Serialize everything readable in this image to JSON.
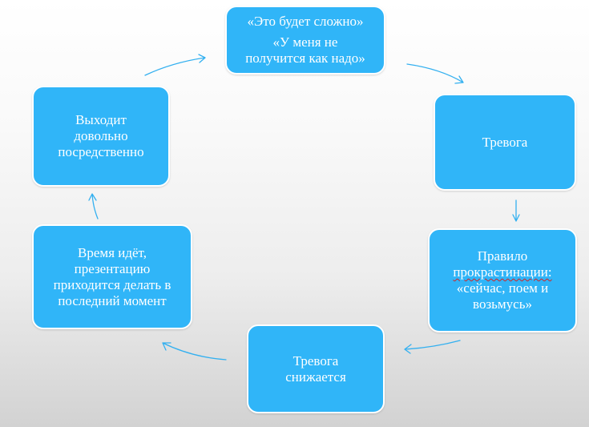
{
  "colors": {
    "node_fill": "#30b5f8",
    "node_border": "#ffffff",
    "node_text": "#ffffff",
    "arrow": "#33b0f0",
    "spellcheck_underline": "#d02424"
  },
  "nodes": {
    "thought": {
      "line1": "«Это будет сложно»",
      "line2": "«У меня не",
      "line3": "получится как надо»"
    },
    "anxiety": {
      "line1": "Тревога"
    },
    "procrastination_rule": {
      "line1": "Правило",
      "line2": "прокрастинации:",
      "line3": "«сейчас, поем и",
      "line4": "возьмусь»"
    },
    "anxiety_decreases": {
      "line1": "Тревога",
      "line2": "снижается"
    },
    "time_passes": {
      "line1": "Время идёт,",
      "line2": "презентацию",
      "line3": "приходится делать в",
      "line4": "последний момент"
    },
    "mediocre_result": {
      "line1": "Выходит",
      "line2": "довольно",
      "line3": "посредственно"
    }
  }
}
